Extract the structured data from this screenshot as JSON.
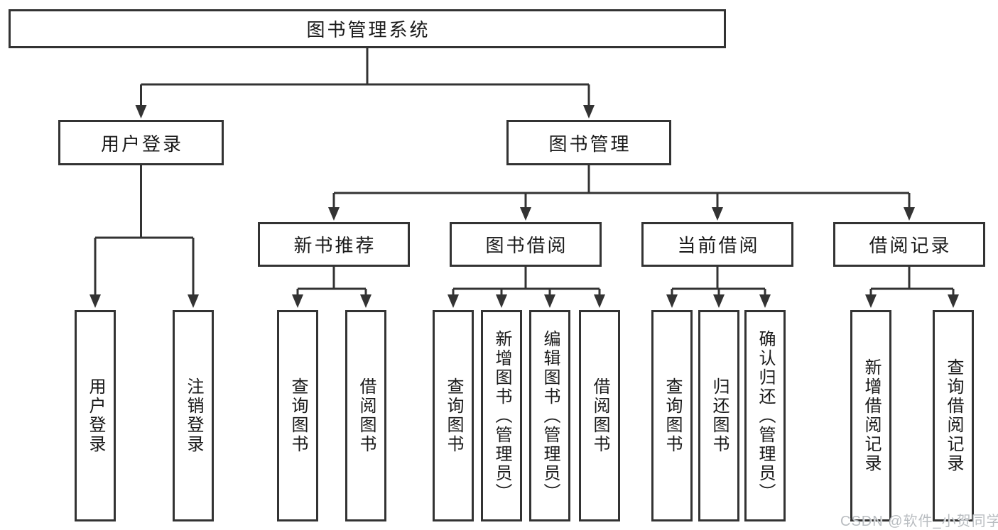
{
  "diagram": {
    "watermark": "CSDN @软件_小贺同学",
    "colors": {
      "line": "#333333",
      "text": "#1a1a1a",
      "background": "#ffffff",
      "watermark": "#b9bdc1"
    },
    "tree": {
      "label": "图书管理系统",
      "children": [
        {
          "label": "用户登录",
          "children": [
            {
              "label": "用户登录"
            },
            {
              "label": "注销登录"
            }
          ]
        },
        {
          "label": "图书管理",
          "children": [
            {
              "label": "新书推荐",
              "children": [
                {
                  "label": "查询图书"
                },
                {
                  "label": "借阅图书"
                }
              ]
            },
            {
              "label": "图书借阅",
              "children": [
                {
                  "label": "查询图书"
                },
                {
                  "label": "新增图书（管理员）"
                },
                {
                  "label": "编辑图书（管理员）"
                },
                {
                  "label": "借阅图书"
                }
              ]
            },
            {
              "label": "当前借阅",
              "children": [
                {
                  "label": "查询图书"
                },
                {
                  "label": "归还图书"
                },
                {
                  "label": "确认归还（管理员）"
                }
              ]
            },
            {
              "label": "借阅记录",
              "children": [
                {
                  "label": "新增借阅记录"
                },
                {
                  "label": "查询借阅记录"
                }
              ]
            }
          ]
        }
      ]
    }
  }
}
